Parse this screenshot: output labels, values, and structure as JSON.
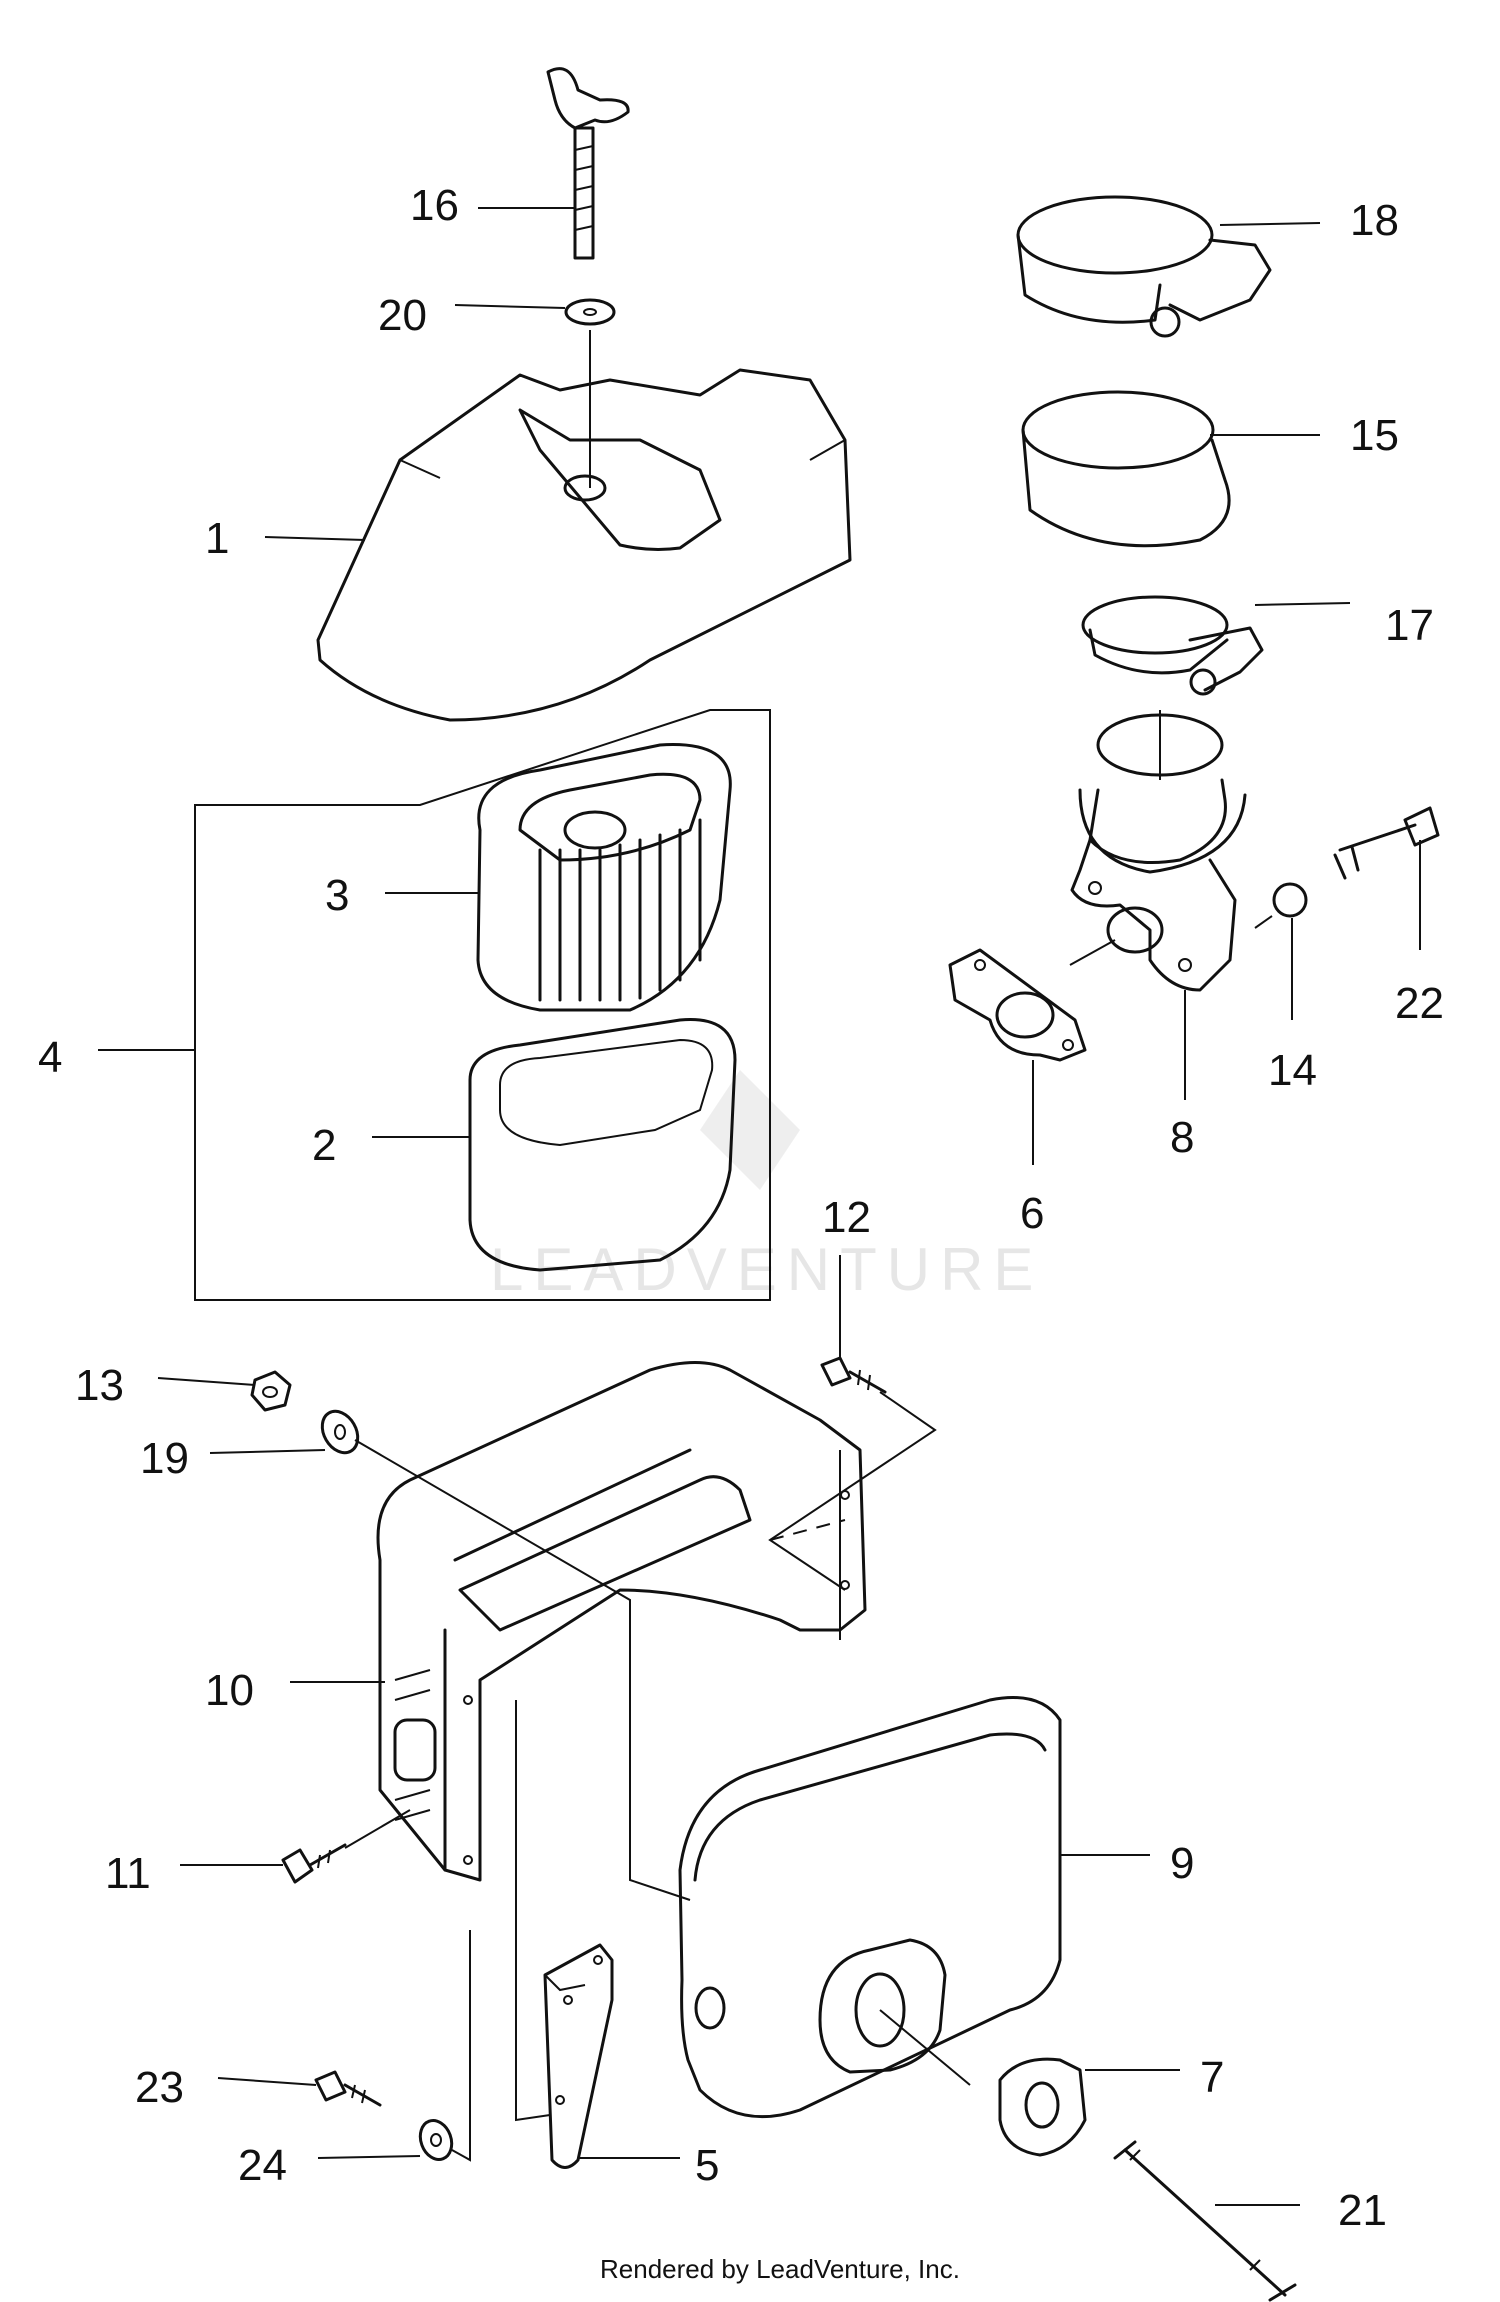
{
  "diagram": {
    "callouts": [
      "16",
      "20",
      "1",
      "18",
      "15",
      "17",
      "3",
      "4",
      "2",
      "22",
      "14",
      "6",
      "8",
      "12",
      "13",
      "19",
      "10",
      "9",
      "11",
      "23",
      "24",
      "5",
      "7",
      "21"
    ]
  },
  "watermark": "LEADVENTURE",
  "footer": "Rendered by LeadVenture, Inc."
}
